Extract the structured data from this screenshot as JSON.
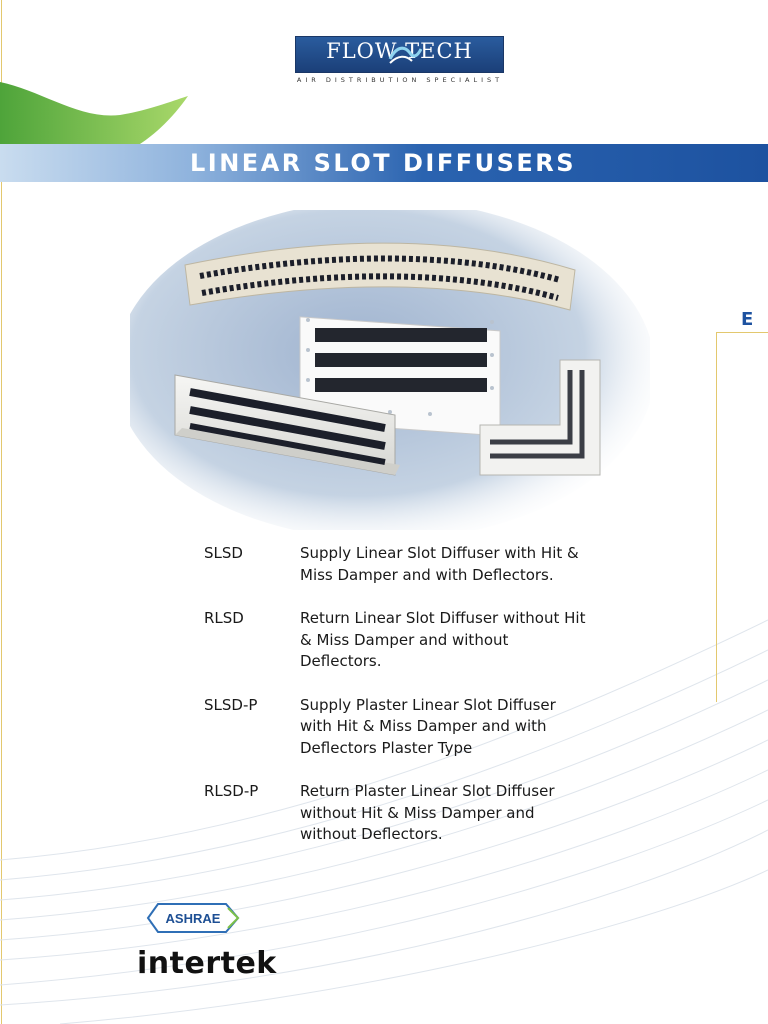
{
  "brand": {
    "name": "FLOW TECH",
    "tagline": "AIR DISTRIBUTION SPECIALIST",
    "logo_color": "#1d52a0"
  },
  "title": "LINEAR SLOT DIFFUSERS",
  "section_tab": "E",
  "product_image_icon": "linear-slot-diffusers-photo",
  "specs": [
    {
      "code": "SLSD",
      "description": "Supply Linear Slot Diffuser with Hit & Miss Damper and with Deflectors."
    },
    {
      "code": "RLSD",
      "description": "Return Linear Slot Diffuser without Hit & Miss Damper and without Deflectors."
    },
    {
      "code": "SLSD-P",
      "description": "Supply Plaster Linear Slot Diffuser with Hit & Miss Damper and with Deflectors Plaster Type"
    },
    {
      "code": "RLSD-P",
      "description": "Return Plaster Linear Slot Diffuser without Hit & Miss Damper and without Deflectors."
    }
  ],
  "certifications": {
    "ashrae": "ASHRAE",
    "intertek": "intertek"
  },
  "colors": {
    "title_bar": "#1d52a0",
    "accent_gold": "#e3c86e",
    "green": "#7cc04a"
  }
}
